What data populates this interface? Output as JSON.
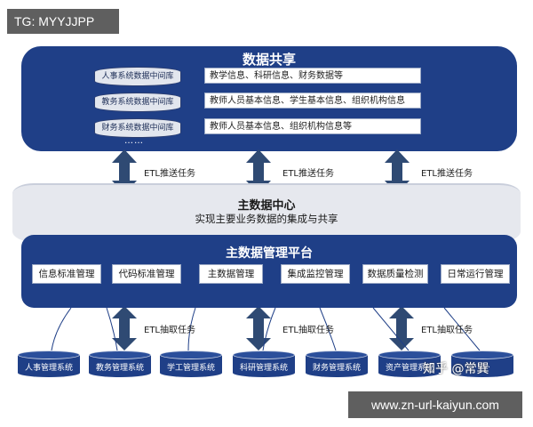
{
  "top_tag": "TG: MYYJJPP",
  "sharing": {
    "title": "数据共享",
    "databases": [
      "人事系统数据中间库",
      "教务系统数据中间库",
      "财务系统数据中间库"
    ],
    "info": [
      "教学信息、科研信息、财务数据等",
      "教师人员基本信息、学生基本信息、组织机构信息",
      "教师人员基本信息、组织机构信息等"
    ],
    "dots": "……"
  },
  "etl_push": [
    "ETL推送任务",
    "ETL推送任务",
    "ETL推送任务"
  ],
  "master_center": {
    "title": "主数据中心",
    "subtitle": "实现主要业务数据的集成与共享"
  },
  "platform": {
    "title": "主数据管理平台",
    "modules": [
      "信息标准管理",
      "代码标准管理",
      "主数据管理",
      "集成监控管理",
      "数据质量检测",
      "日常运行管理"
    ]
  },
  "etl_extract": [
    "ETL抽取任务",
    "ETL抽取任务",
    "ETL抽取任务"
  ],
  "systems": [
    "人事管理系统",
    "教务管理系统",
    "学工管理系统",
    "科研管理系统",
    "财务管理系统",
    "资产管理系统",
    "……"
  ],
  "zhihu_mark": "知乎 @常巽",
  "watermark": "www.zn-url-kaiyun.com",
  "colors": {
    "primary": "#1f3f87",
    "band": "#e6e8ee",
    "arrow": "#2f4a73"
  }
}
